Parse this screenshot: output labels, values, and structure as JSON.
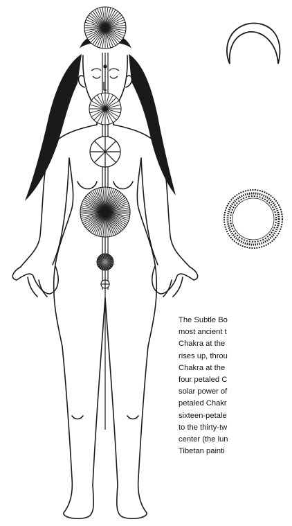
{
  "figure": {
    "ink_color": "#1a1a1a",
    "symbols": [
      "crescent-moon-symbol",
      "sun-ring-symbol"
    ],
    "chakra_count": 6
  },
  "caption": {
    "lines": [
      "The Subtle Bo",
      "most ancient t",
      "Chakra at the",
      "rises up, throu",
      "Chakra at the",
      "four petaled C",
      "solar power of",
      "petaled Chakr",
      "sixteen-petale",
      "to the thirty-tw",
      "center (the lun",
      "Tibetan painti"
    ]
  }
}
